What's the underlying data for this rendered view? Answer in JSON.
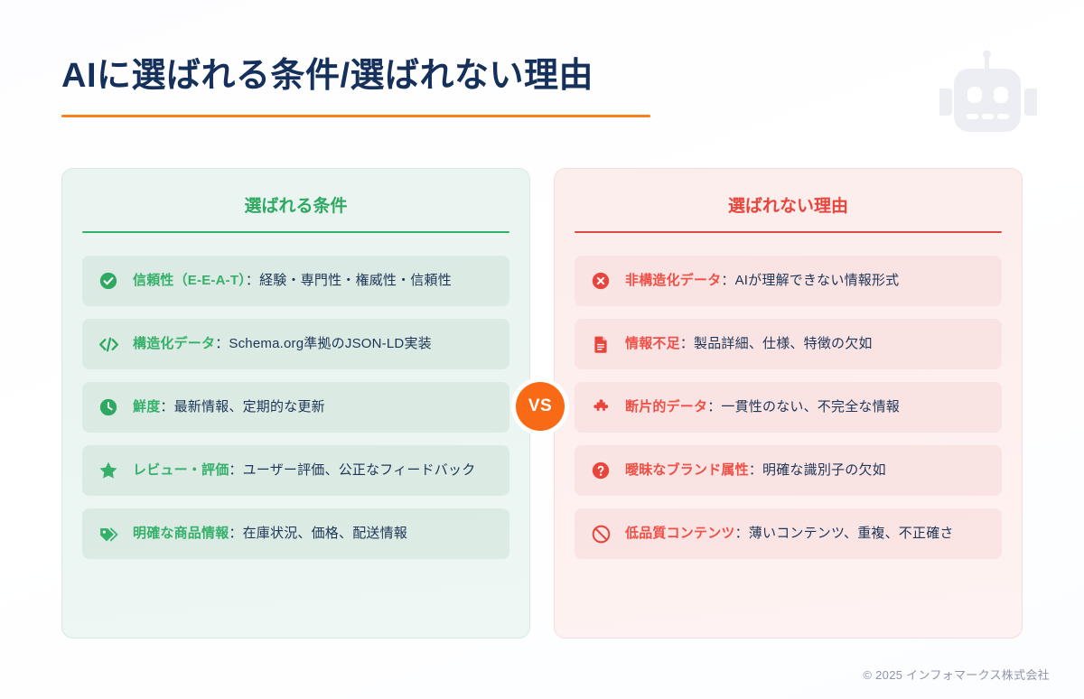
{
  "header": {
    "title": "AIに選ばれる条件/選ばれない理由",
    "accent_color": "#f5821f",
    "title_color": "#16305c",
    "decor_icon": "robot-icon"
  },
  "vs_badge": {
    "label": "VS",
    "color": "#f96a16"
  },
  "panels": {
    "good": {
      "heading": "選ばれる条件",
      "accent_color": "#35b06a",
      "items": [
        {
          "icon": "check-circle-icon",
          "lead": "信頼性（E-E-A-T）",
          "rest": "：経験・専門性・権威性・信頼性"
        },
        {
          "icon": "code-icon",
          "lead": "構造化データ",
          "rest": "：Schema.org準拠のJSON-LD実装"
        },
        {
          "icon": "clock-icon",
          "lead": "鮮度",
          "rest": "：最新情報、定期的な更新"
        },
        {
          "icon": "star-icon",
          "lead": "レビュー・評価",
          "rest": "：ユーザー評価、公正なフィードバック"
        },
        {
          "icon": "tag-icon",
          "lead": "明確な商品情報",
          "rest": "：在庫状況、価格、配送情報"
        }
      ]
    },
    "bad": {
      "heading": "選ばれない理由",
      "accent_color": "#dc4a41",
      "items": [
        {
          "icon": "x-circle-icon",
          "lead": "非構造化データ",
          "rest": "：AIが理解できない情報形式"
        },
        {
          "icon": "document-icon",
          "lead": "情報不足",
          "rest": "：製品詳細、仕様、特徴の欠如"
        },
        {
          "icon": "puzzle-icon",
          "lead": "断片的データ",
          "rest": "：一貫性のない、不完全な情報"
        },
        {
          "icon": "question-circle-icon",
          "lead": "曖昧なブランド属性",
          "rest": "：明確な識別子の欠如"
        },
        {
          "icon": "ban-icon",
          "lead": "低品質コンテンツ",
          "rest": "：薄いコンテンツ、重複、不正確さ"
        }
      ]
    }
  },
  "footer": {
    "copyright": "© 2025 インフォマークス株式会社"
  }
}
